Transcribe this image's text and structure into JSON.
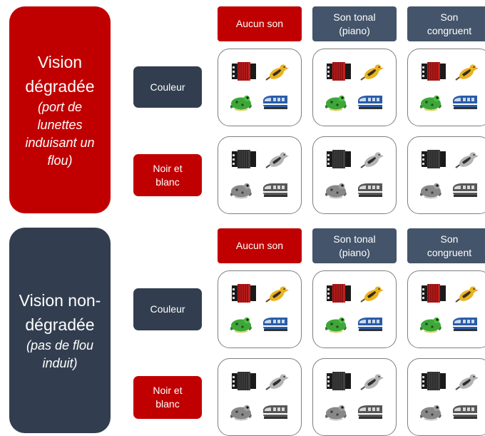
{
  "sections": [
    {
      "title": "Vision dégradée",
      "subtitle": "(port de lunettes induisant un flou)",
      "color": "#c00000"
    },
    {
      "title": "Vision non-dégradée",
      "subtitle": "(pas de flou induit)",
      "color": "#323e4f"
    }
  ],
  "columns": [
    {
      "line1": "Aucun son",
      "line2": "",
      "color": "#c00000"
    },
    {
      "line1": "Son tonal",
      "line2": "(piano)",
      "color": "#44546a"
    },
    {
      "line1": "Son",
      "line2": "congruent",
      "color": "#44546a"
    }
  ],
  "rows": [
    {
      "line1": "Couleur",
      "line2": "",
      "color": "#323e4f",
      "mode": "color"
    },
    {
      "line1": "Noir et",
      "line2": "blanc",
      "color": "#c00000",
      "mode": "grayscale"
    }
  ],
  "stimuli": [
    "accordion-icon",
    "bird-icon",
    "frog-icon",
    "train-icon"
  ]
}
